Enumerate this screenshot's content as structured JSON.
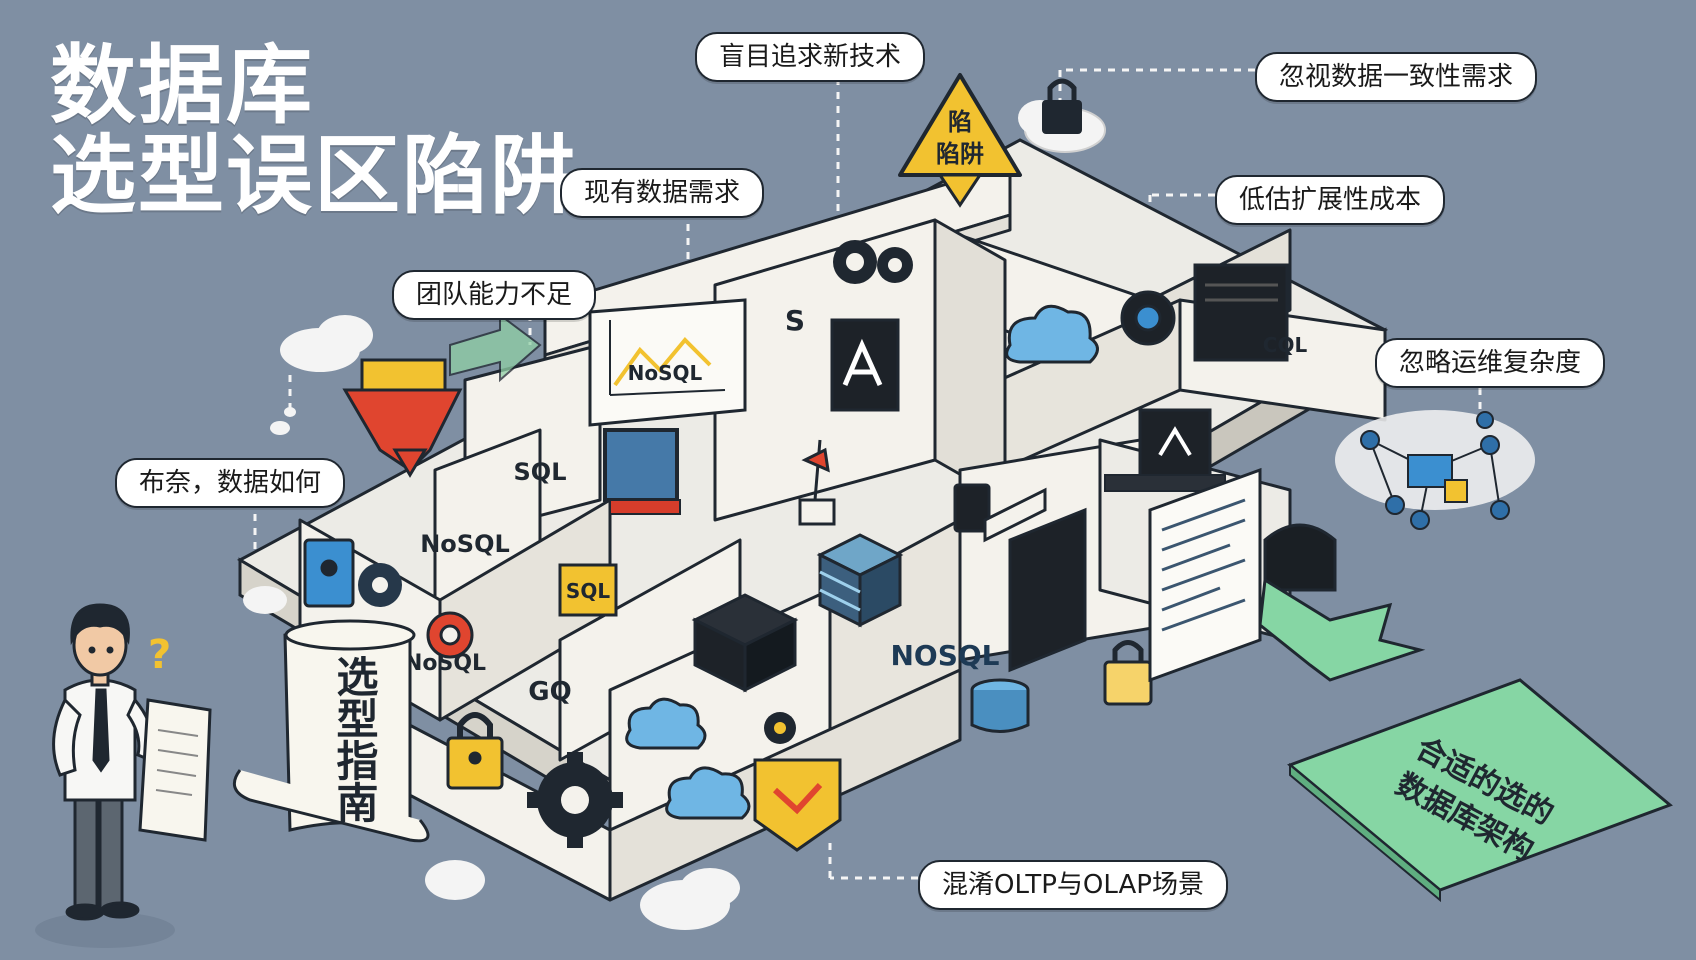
{
  "title": {
    "line1": "数据库",
    "line2": "选型误区陷阱"
  },
  "callouts": {
    "chase_new_tech": "盲目追求新技术",
    "ignore_consistency": "忽视数据一致性需求",
    "real_requirements": "现有数据需求",
    "underestimate_scaling": "低估扩展性成本",
    "team_skills": "团队能力不足",
    "ignore_ops": "忽略运维复杂度",
    "data_model": "布奈，数据如何",
    "oltp_olap": "混淆OLTP与OLAP场景"
  },
  "warning_sign": {
    "line1": "陷",
    "line2": "陷阱"
  },
  "scroll": {
    "text": "选型指南"
  },
  "destination": {
    "line1": "合适的选的",
    "line2": "数据库架构"
  },
  "maze_labels": {
    "nosql_chart": "NoSQL",
    "sql_1": "SQL",
    "sql_2": "SQL",
    "nosql_1": "NoSQL",
    "nosql_2": "NoSQL",
    "nosql_3": "NOSQL",
    "gq": "GQ",
    "s": "S",
    "cql": "CQL",
    "question": "?"
  },
  "colors": {
    "background": "#7f8fa3",
    "wall_top": "#f4f2ec",
    "wall_side": "#e4e1d9",
    "outline": "#1f2730",
    "accent_yellow": "#f2c230",
    "accent_red": "#e0452f",
    "accent_green": "#86d6a4",
    "accent_blue": "#6fb6e4",
    "dark_panel": "#1d2228"
  },
  "icons": [
    "gear-icon",
    "lock-icon",
    "cloud-icon",
    "server-icon",
    "database-icon",
    "monitor-icon",
    "warning-icon",
    "network-icon"
  ]
}
